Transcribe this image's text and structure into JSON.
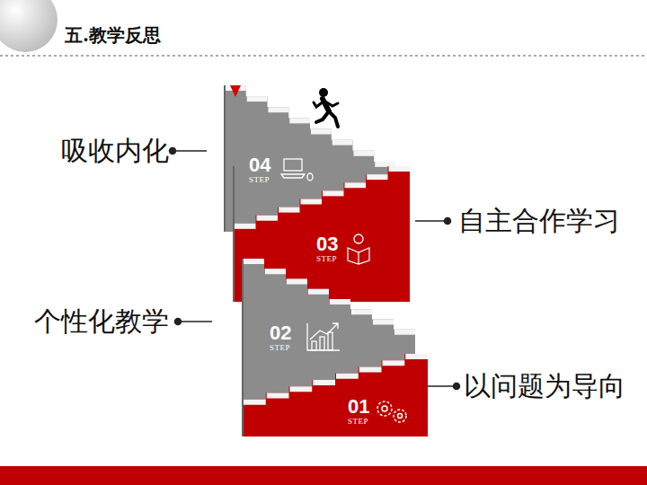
{
  "diagram": {
    "title": "五.教学反思",
    "nodes": [
      {
        "text": [
          "04",
          "STEP"
        ]
      },
      {
        "text": [
          "03",
          "STEP"
        ]
      },
      {
        "text": [
          "02",
          "STEP"
        ]
      },
      {
        "text": [
          "01",
          "STEP"
        ]
      }
    ],
    "labels": [
      "吸收内化",
      "自主合作学习",
      "个性化教学",
      "以问题为导向"
    ]
  }
}
